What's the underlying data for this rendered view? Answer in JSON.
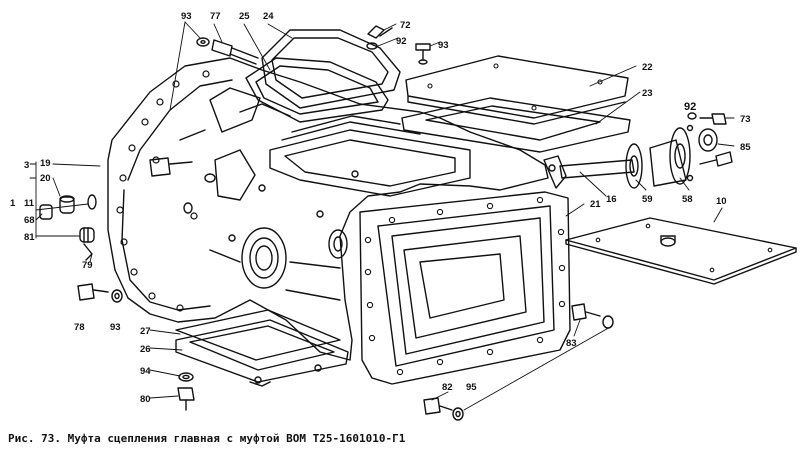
{
  "caption": "Рис. 73. Муфта сцепления главная с муфтой ВОМ Т25-1601010-Г1",
  "labels": {
    "l93a": "93",
    "l77": "77",
    "l25": "25",
    "l24": "24",
    "l72": "72",
    "l92a": "92",
    "l93b": "93",
    "l22": "22",
    "l23": "23",
    "l92b": "92",
    "l73": "73",
    "l85": "85",
    "l58": "58",
    "l59": "59",
    "l16": "16",
    "l21": "21",
    "l10": "10",
    "l3": "3",
    "l19": "19",
    "l20": "20",
    "l1": "1",
    "l11": "11",
    "l68": "68",
    "l81": "81",
    "l79": "79",
    "l78": "78",
    "l93c": "93",
    "l27": "27",
    "l26": "26",
    "l94": "94",
    "l80": "80",
    "l83": "83",
    "l82": "82",
    "l95": "95"
  },
  "colors": {
    "ink": "#111111",
    "paper": "#ffffff"
  }
}
